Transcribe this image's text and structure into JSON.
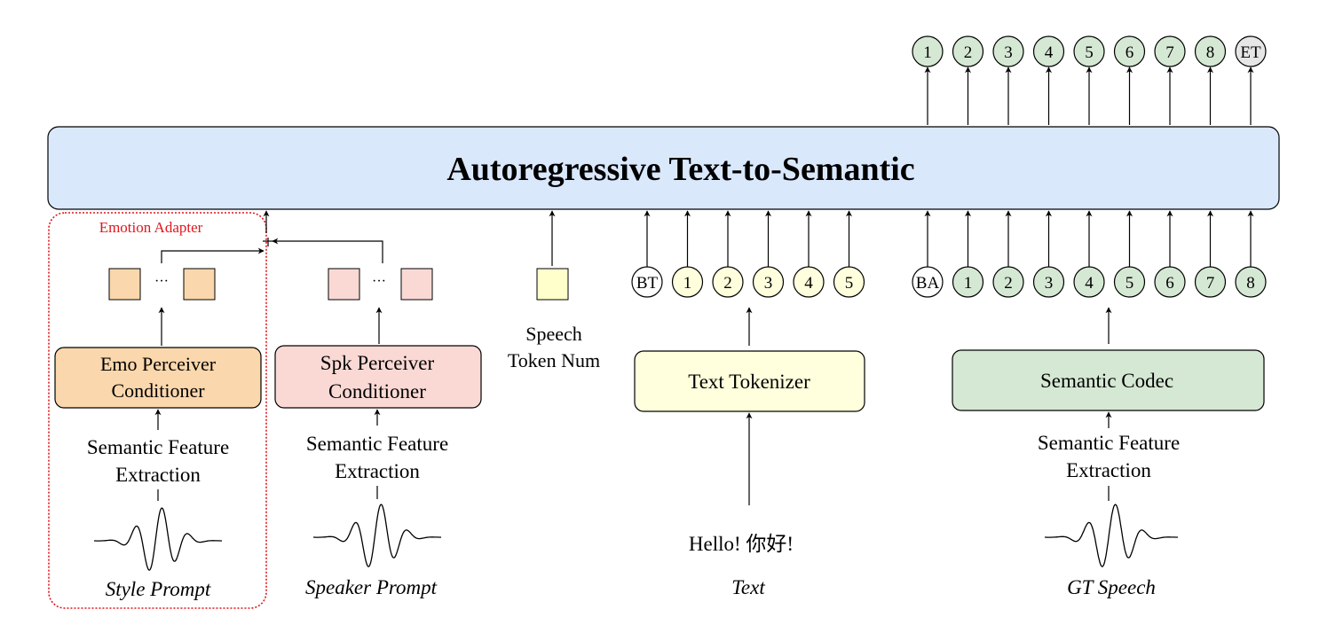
{
  "main_block": {
    "title": "Autoregressive Text-to-Semantic"
  },
  "emotion_adapter": {
    "label": "Emotion Adapter",
    "conditioner": [
      "Emo Perceiver",
      "Conditioner"
    ],
    "extraction": [
      "Semantic Feature",
      "Extraction"
    ],
    "prompt": "Style Prompt",
    "ellipsis": "···"
  },
  "speaker_branch": {
    "conditioner": [
      "Spk Perceiver",
      "Conditioner"
    ],
    "extraction": [
      "Semantic Feature",
      "Extraction"
    ],
    "prompt": "Speaker Prompt",
    "ellipsis": "···"
  },
  "speech_token_num": {
    "label": [
      "Speech",
      "Token Num"
    ]
  },
  "text_branch": {
    "tokenizer": "Text Tokenizer",
    "input": "Hello! 你好!",
    "caption": "Text",
    "tokens": [
      "BT",
      "1",
      "2",
      "3",
      "4",
      "5"
    ]
  },
  "gt_branch": {
    "codec": "Semantic Codec",
    "extraction": [
      "Semantic Feature",
      "Extraction"
    ],
    "caption": "GT Speech",
    "tokens": [
      "BA",
      "1",
      "2",
      "3",
      "4",
      "5",
      "6",
      "7",
      "8"
    ]
  },
  "output_tokens": [
    "1",
    "2",
    "3",
    "4",
    "5",
    "6",
    "7",
    "8",
    "ET"
  ],
  "colors": {
    "main_fill": "#dae8fc",
    "emo_fill": "#fad7ac",
    "spk_fill": "#fad9d5",
    "text_fill": "#ffffdd",
    "speech_token_fill": "#ffffcc",
    "semantic_fill": "#d5e8d4",
    "et_fill": "#e6e6e6",
    "adapter_border": "#e0161b",
    "adapter_label": "#e0161b"
  }
}
